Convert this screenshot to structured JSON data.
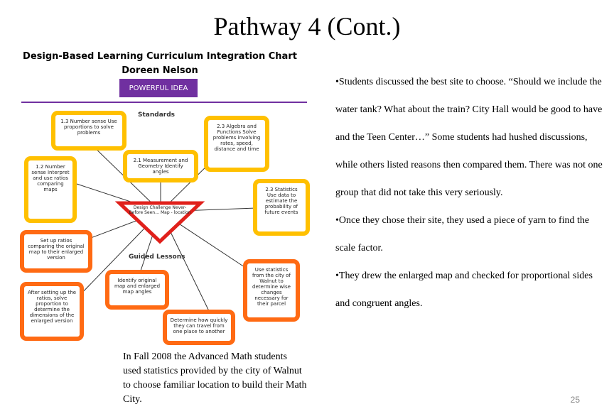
{
  "slide": {
    "title": "Pathway 4 (Cont.)",
    "page_number": "25"
  },
  "chart": {
    "title_line1": "Design-Based Learning Curriculum Integration Chart",
    "title_line2": "Doreen Nelson",
    "powerful_idea": "POWERFUL IDEA",
    "standards_label": "Standards",
    "guided_lessons_label": "Guided Lessons",
    "design_challenge": "Design Challenge Never-Before Seen… Map - location",
    "colors": {
      "standards": "#ffc000",
      "lessons": "#ff6a13",
      "accent": "#7030a0",
      "triangle": "#e0201b"
    },
    "standards": [
      "1.3 Number sense Use proportions to solve problems",
      "2.1 Measurement and Geometry Identify angles",
      "2.3 Algebra and Functions Solve problems involving rates, speed, distance and time",
      "1.2 Number sense Interpret and use ratios comparing maps",
      "2.3 Statistics Use data to estimate the probability of future events"
    ],
    "lessons": [
      "Set up ratios comparing the original map to their enlarged version",
      "After setting up the ratios, solve proportion to determine the dimensions of the enlarged version",
      "Identify original map and enlarged map angles",
      "Determine how quickly they can travel from one place to another",
      "Use statistics from the city of Walnut to determine wise changes necessary for their parcel"
    ]
  },
  "body": {
    "bullets": [
      "Students discussed the best site to choose.  “Should we include the water tank?  What about the train?  City Hall would be good to have and the Teen Center…”  Some students had hushed discussions, while others listed reasons then compared them.  There was not one group that did not take this very seriously.",
      "Once they chose their site, they used a piece of yarn to find the scale  factor.",
      "They drew the enlarged map and checked for proportional sides and congruent angles."
    ],
    "footer": "In Fall 2008 the Advanced Math students used statistics provided by the city of Walnut to choose familiar location to build their Math City."
  }
}
